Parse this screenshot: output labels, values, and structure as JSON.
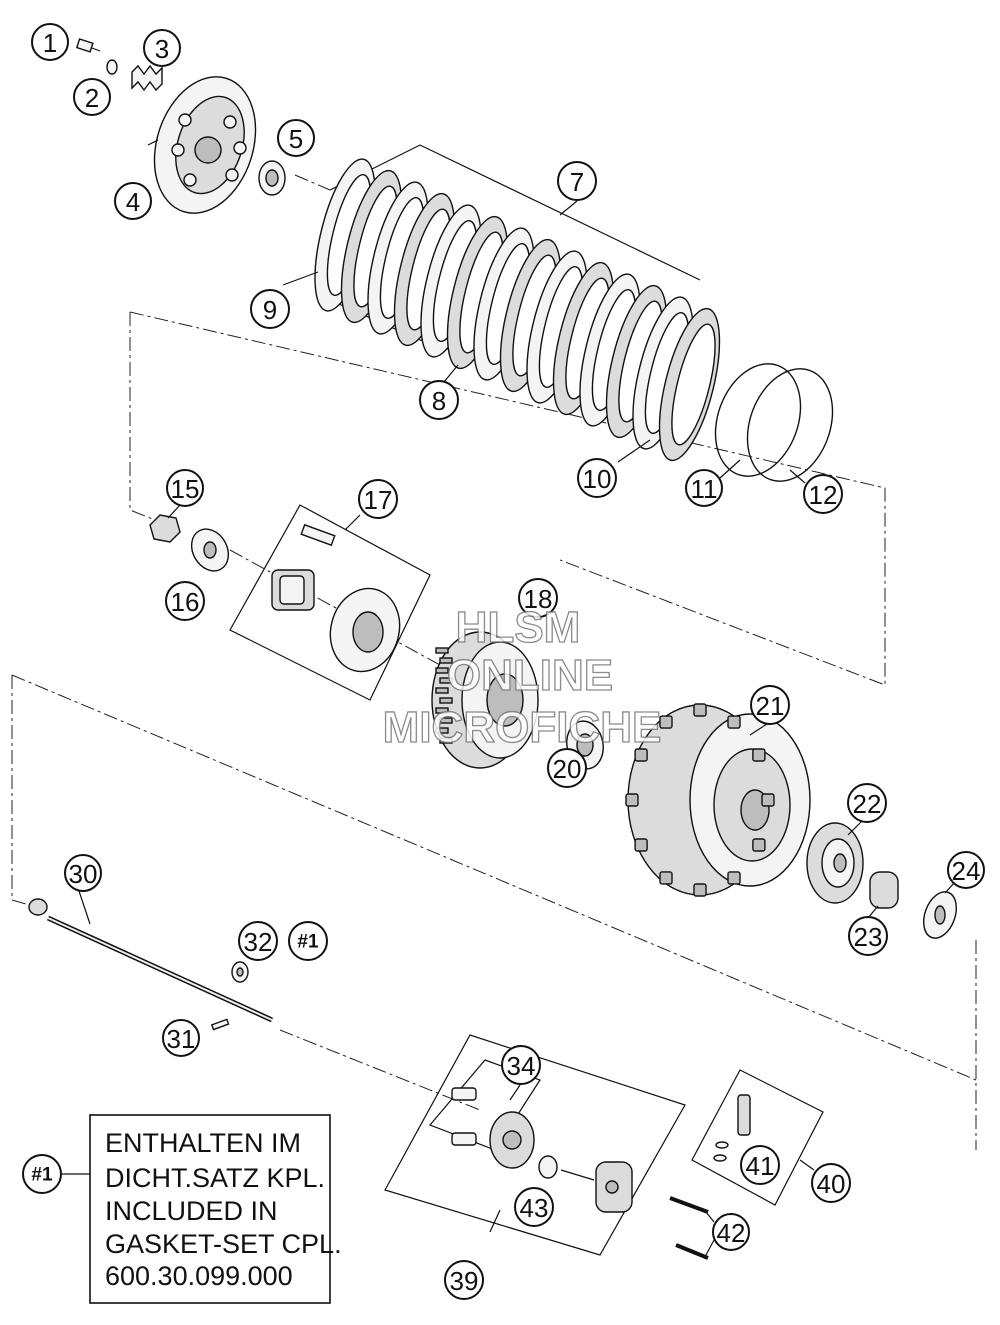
{
  "diagram": {
    "callouts": [
      {
        "id": "c1",
        "label": "1"
      },
      {
        "id": "c2",
        "label": "2"
      },
      {
        "id": "c3",
        "label": "3"
      },
      {
        "id": "c4",
        "label": "4"
      },
      {
        "id": "c5",
        "label": "5"
      },
      {
        "id": "c7",
        "label": "7"
      },
      {
        "id": "c8",
        "label": "8"
      },
      {
        "id": "c9",
        "label": "9"
      },
      {
        "id": "c10",
        "label": "10"
      },
      {
        "id": "c11",
        "label": "11"
      },
      {
        "id": "c12",
        "label": "12"
      },
      {
        "id": "c15",
        "label": "15"
      },
      {
        "id": "c16",
        "label": "16"
      },
      {
        "id": "c17",
        "label": "17"
      },
      {
        "id": "c18",
        "label": "18"
      },
      {
        "id": "c20",
        "label": "20"
      },
      {
        "id": "c21",
        "label": "21"
      },
      {
        "id": "c22",
        "label": "22"
      },
      {
        "id": "c23",
        "label": "23"
      },
      {
        "id": "c24",
        "label": "24"
      },
      {
        "id": "c30",
        "label": "30"
      },
      {
        "id": "c31",
        "label": "31"
      },
      {
        "id": "c32",
        "label": "32"
      },
      {
        "id": "c32ref",
        "label": "#1"
      },
      {
        "id": "c34",
        "label": "34"
      },
      {
        "id": "c39",
        "label": "39"
      },
      {
        "id": "c40",
        "label": "40"
      },
      {
        "id": "c41",
        "label": "41"
      },
      {
        "id": "c42",
        "label": "42"
      },
      {
        "id": "c43",
        "label": "43"
      },
      {
        "id": "cnote",
        "label": "#1"
      }
    ],
    "note": {
      "lines": [
        "ENTHALTEN IM",
        "DICHT.SATZ KPL.",
        "INCLUDED IN",
        "GASKET-SET CPL.",
        "600.30.099.000"
      ]
    },
    "watermark": {
      "lines": [
        "HLSM",
        "ONLINE",
        "MICROFICHE"
      ]
    }
  }
}
